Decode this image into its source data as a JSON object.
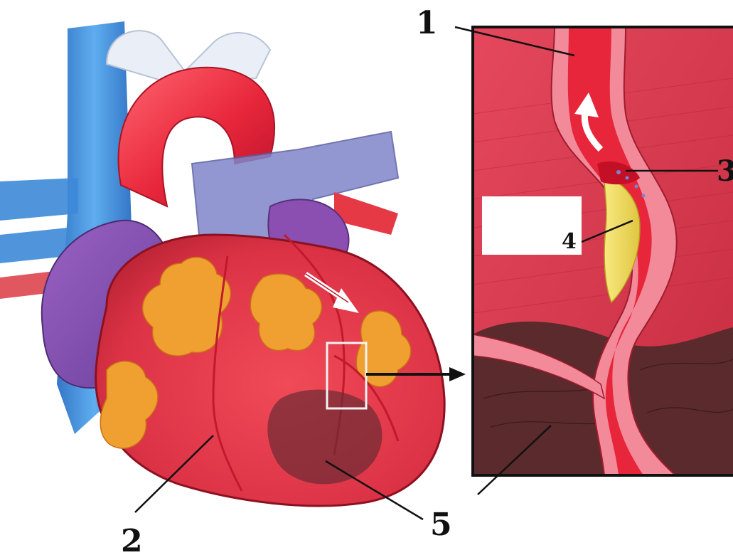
{
  "diagram": {
    "labels": [
      {
        "id": "1",
        "text": "1"
      },
      {
        "id": "2",
        "text": "2"
      },
      {
        "id": "3",
        "text": "3"
      },
      {
        "id": "4",
        "text": "4"
      },
      {
        "id": "5",
        "text": "5"
      }
    ],
    "colors": {
      "artery_red": "#e8263b",
      "muscle_red": "#d93a4a",
      "vein_blue": "#2f7fd1",
      "purple_vessel": "#8a4fb0",
      "fat_orange": "#f0a030",
      "plaque_yellow": "#f1dd5a",
      "scar_dark": "#5a2a2a",
      "outline": "#111111"
    },
    "icons": [
      "flow-arrow-icon",
      "magnify-arrow-icon"
    ]
  }
}
